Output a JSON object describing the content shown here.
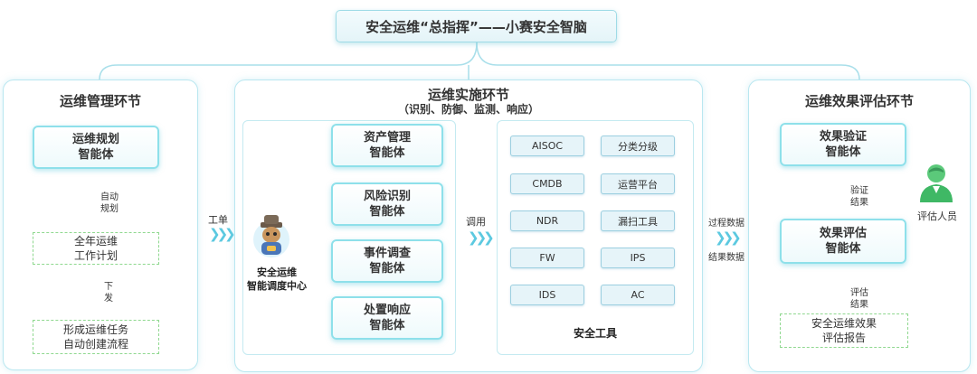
{
  "title": "安全运维“总指挥”——小赛安全智脑",
  "left": {
    "title": "运维管理环节",
    "planner": {
      "line1": "运维规划",
      "line2": "智能体"
    },
    "arrow1": {
      "line1": "自动",
      "line2": "规划"
    },
    "plan_box": {
      "line1": "全年运维",
      "line2": "工作计划"
    },
    "arrow2": {
      "line1": "下",
      "line2": "发"
    },
    "task_box": {
      "line1": "形成运维任务",
      "line2": "自动创建流程"
    }
  },
  "work_order": "工单",
  "middle": {
    "title": "运维实施环节",
    "subtitle": "（识别、防御、监测、响应）",
    "center": {
      "line1": "安全运维",
      "line2": "智能调度中心"
    },
    "agents": [
      {
        "line1": "资产管理",
        "line2": "智能体"
      },
      {
        "line1": "风险识别",
        "line2": "智能体"
      },
      {
        "line1": "事件调查",
        "line2": "智能体"
      },
      {
        "line1": "处置响应",
        "line2": "智能体"
      }
    ],
    "call_label": "调用",
    "tools_title": "安全工具",
    "tools_left": [
      "AISOC",
      "CMDB",
      "NDR",
      "FW",
      "IDS"
    ],
    "tools_right": [
      "分类分级",
      "运营平台",
      "漏扫工具",
      "IPS",
      "AC"
    ]
  },
  "process_data": "过程数据",
  "result_data": "结果数据",
  "right": {
    "title": "运维效果评估环节",
    "verify": {
      "line1": "效果验证",
      "line2": "智能体"
    },
    "arrow1": {
      "line1": "验证",
      "line2": "结果"
    },
    "evaluate": {
      "line1": "效果评估",
      "line2": "智能体"
    },
    "arrow2": {
      "line1": "评估",
      "line2": "结果"
    },
    "report": {
      "line1": "安全运维效果",
      "line2": "评估报告"
    },
    "evaluator": "评估人员"
  },
  "colors": {
    "accent": "#5cc9e0",
    "green": "#3fc46b",
    "border": "#b9e7f0"
  }
}
